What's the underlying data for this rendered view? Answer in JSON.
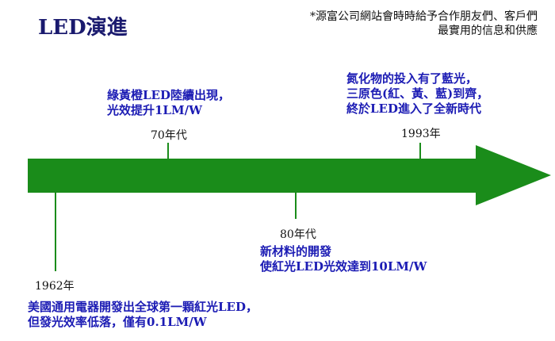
{
  "title": "LED演進",
  "note": [
    "*源富公司網站會時時給予合作朋友們、客戶們",
    "最實用的信息和供應"
  ],
  "colors": {
    "arrow": "#1a8c1a",
    "text_blue": "#1c1cb4"
  },
  "milestones": [
    {
      "year": "1962年",
      "lines": [
        "美國通用電器開發出全球第一顆紅光LED，",
        "但發光效率低落，僅有0.1LM/W"
      ]
    },
    {
      "year": "70年代",
      "lines": [
        "綠黃橙LED陸續出現，",
        "光效提升1LM/W"
      ]
    },
    {
      "year": "80年代",
      "lines": [
        "新材料的開發",
        "使紅光LED光效達到10LM/W"
      ]
    },
    {
      "year": "1993年",
      "lines": [
        "氮化物的投入有了藍光，",
        "三原色(紅、黃、藍)到齊，",
        "終於LED進入了全新時代"
      ]
    }
  ]
}
